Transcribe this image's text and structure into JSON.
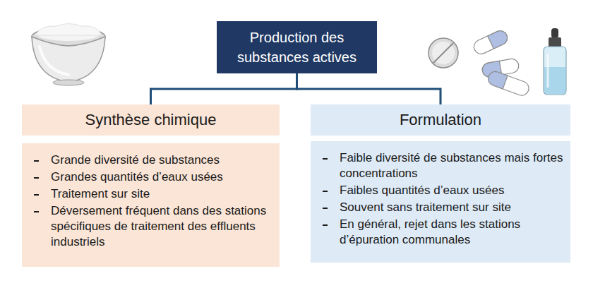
{
  "diagram": {
    "nodes": [
      {
        "text": [
          "Production des substances actives"
        ]
      },
      {
        "text": [
          "Synthèse chimique"
        ]
      },
      {
        "text": [
          "Grande diversité de substances",
          "Grandes quantités d’eaux usées",
          "Traitement sur site",
          "Déversement fréquent dans des stations spécifiques de traitement des effluents industriels"
        ]
      },
      {
        "text": [
          "Formulation"
        ]
      },
      {
        "text": [
          "Faible diversité de substances mais fortes concentrations",
          "Faibles quantités d’eaux usées",
          "Souvent sans traitement sur site",
          "En général, rejet dans les stations d’épuration communales"
        ]
      }
    ],
    "edges": [
      {
        "from": 0,
        "to": 1,
        "arrow": "none"
      },
      {
        "from": 0,
        "to": 3,
        "arrow": "none"
      }
    ]
  }
}
